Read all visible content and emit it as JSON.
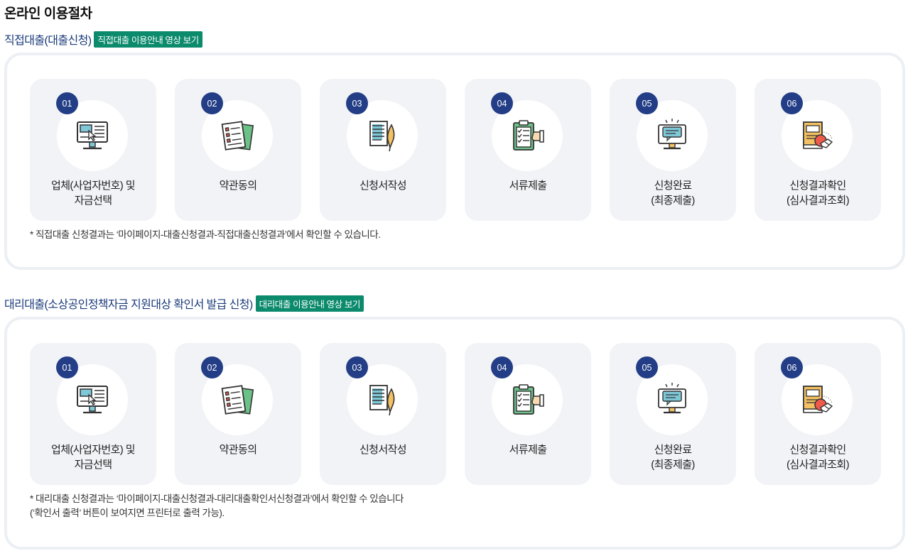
{
  "page_title": "온라인 이용절차",
  "sections": [
    {
      "title": "직접대출(대출신청)",
      "video_button": "직접대출 이용안내 영상 보기",
      "steps": [
        {
          "num": "01",
          "label": "업체(사업자번호) 및\n자금선택",
          "icon": "computer-select-icon"
        },
        {
          "num": "02",
          "label": "약관동의",
          "icon": "checklist-documents-icon"
        },
        {
          "num": "03",
          "label": "신청서작성",
          "icon": "document-pen-icon"
        },
        {
          "num": "04",
          "label": "서류제출",
          "icon": "clipboard-submit-icon"
        },
        {
          "num": "05",
          "label": "신청완료\n(최종제출)",
          "icon": "monitor-message-icon"
        },
        {
          "num": "06",
          "label": "신청결과확인\n(심사결과조회)",
          "icon": "result-handshake-icon"
        }
      ],
      "note": "* 직접대출 신청결과는 ‘마이페이지-대출신청결과-직접대출신청결과’에서 확인할 수 있습니다."
    },
    {
      "title": "대리대출(소상공인정책자금 지원대상 확인서 발급 신청)",
      "video_button": "대리대출 이용안내 영상 보기",
      "steps": [
        {
          "num": "01",
          "label": "업체(사업자번호) 및\n자금선택",
          "icon": "computer-select-icon"
        },
        {
          "num": "02",
          "label": "약관동의",
          "icon": "checklist-documents-icon"
        },
        {
          "num": "03",
          "label": "신청서작성",
          "icon": "document-pen-icon"
        },
        {
          "num": "04",
          "label": "서류제출",
          "icon": "clipboard-submit-icon"
        },
        {
          "num": "05",
          "label": "신청완료\n(최종제출)",
          "icon": "monitor-message-icon"
        },
        {
          "num": "06",
          "label": "신청결과확인\n(심사결과조회)",
          "icon": "result-handshake-icon"
        }
      ],
      "note": "* 대리대출 신청결과는 ‘마이페이지-대출신청결과-대리대출확인서신청결과’에서 확인할 수 있습니다\n(‘확인서 출력’ 버튼이 보여지면 프린터로 출력 가능)."
    }
  ],
  "colors": {
    "step_number_bg": "#233e86",
    "video_button_bg": "#0b8a6c",
    "section_title": "#1a3a7a"
  }
}
